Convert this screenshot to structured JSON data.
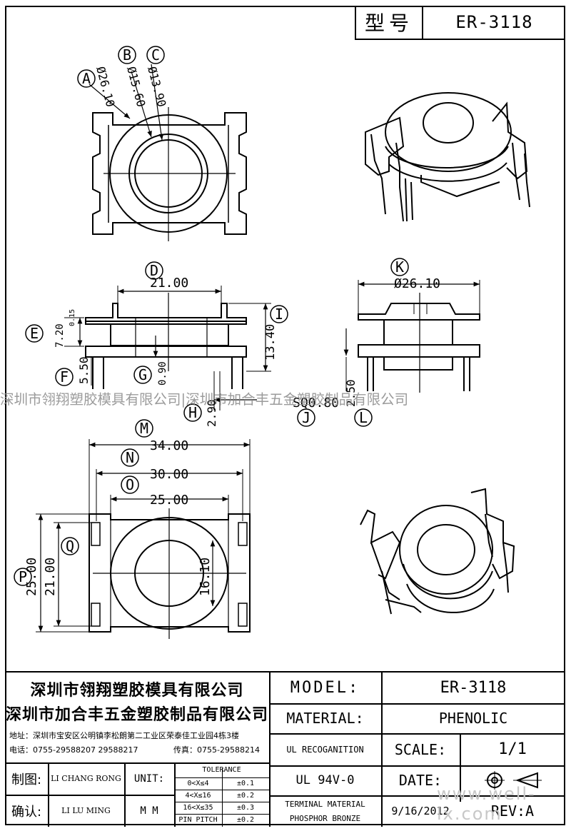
{
  "header": {
    "model_label": "型号",
    "model_value": "ER-3118"
  },
  "callouts": {
    "A": "A",
    "B": "B",
    "C": "C",
    "D": "D",
    "E": "E",
    "F": "F",
    "G": "G",
    "H": "H",
    "I": "I",
    "J": "J",
    "K": "K",
    "L": "L",
    "M": "M",
    "N": "N",
    "O": "O",
    "P": "P",
    "Q": "Q"
  },
  "dimensions": {
    "a": "Ø26.10",
    "b": "Ø15.60",
    "c": "Ø13.90",
    "d": "21.00",
    "e": "7.20",
    "e_small": "0.15",
    "f": "5.50",
    "g": "0.90",
    "h": "2.90",
    "i": "13.40",
    "j": "SQ0.80",
    "k": "Ø26.10",
    "l": "2.50",
    "m": "34.00",
    "n": "30.00",
    "o": "25.00",
    "p": "25.00",
    "q": "21.00",
    "r": "16.10"
  },
  "watermark": "深圳市翎翔塑胶模具有限公司|深圳市加合丰五金塑胶制品有限公司",
  "watermark_site": "www.well-lx.com",
  "title_block": {
    "company1": "深圳市翎翔塑胶模具有限公司",
    "company2": "深圳市加合丰五金塑胶制品有限公司",
    "address": "地址：深圳市宝安区公明镇李松朗第二工业区荣泰佳工业园4栋3楼",
    "phone": "电话：0755-29588207  29588217",
    "fax": "传真：0755-29588214",
    "model_label": "MODEL:",
    "model_value": "ER-3118",
    "material_label": "MATERIAL:",
    "material_value": "PHENOLIC",
    "ul_label": "UL RECOGANITION",
    "ul_value": "UL 94V-0",
    "scale_label": "SCALE:",
    "scale_value": "1/1",
    "date_label": "DATE:",
    "date_value": "9/16/2012",
    "rev_label": "REV:A",
    "terminal_line1": "TERMINAL MATERIAL",
    "terminal_line2": "PHOSPHOR  BRONZE",
    "draw_label": "制图:",
    "draw_name": "LI CHANG RONG",
    "check_label": "确认:",
    "check_name": "LI LU MING",
    "unit_label": "UNIT:",
    "unit_value": "M M",
    "tolerance_title": "TOLERANCE",
    "tolerances": [
      {
        "range": "0<X≤4",
        "value": "±0.1"
      },
      {
        "range": "4<X≤16",
        "value": "±0.2"
      },
      {
        "range": "16<X≤35",
        "value": "±0.3"
      },
      {
        "range": "PIN PITCH",
        "value": "±0.2"
      }
    ]
  }
}
